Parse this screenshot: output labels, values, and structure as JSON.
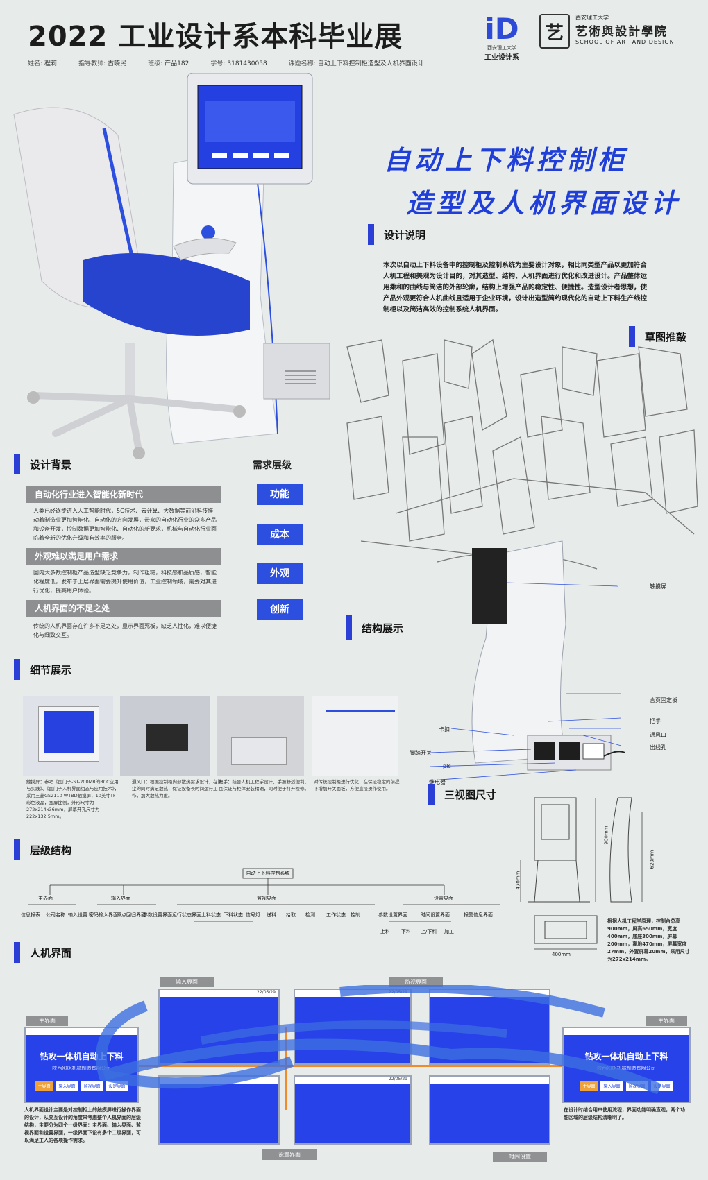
{
  "header": {
    "title": "2022 工业设计系本科毕业展",
    "meta": [
      {
        "label": "姓名:",
        "value": "程莉"
      },
      {
        "label": "指导教师:",
        "value": "古晓民"
      },
      {
        "label": "班级:",
        "value": "产品182"
      },
      {
        "label": "学号:",
        "value": "3181430058"
      },
      {
        "label": "课题名称:",
        "value": "自动上下料控制柜造型及人机界面设计"
      }
    ],
    "logo_id": "iD",
    "logo_sub1": "西安理工大学",
    "logo_sub2": "工业设计系",
    "seal_text": "艺",
    "school_cn_small": "西安理工大学",
    "school_cn": "艺術與設計學院",
    "school_en": "SCHOOL OF ART AND DESIGN"
  },
  "main_title": {
    "line1": "自动上下料控制柜",
    "line2": "造型及人机界面设计"
  },
  "sections": {
    "design_note": {
      "title": "设计说明",
      "text": "本次以自动上下料设备中的控制柜及控制系统为主要设计对象，相比同类型产品以更加符合人机工程和美观为设计目的，对其造型、结构、人机界面进行优化和改进设计。产品整体运用柔和的曲线与简洁的外部轮廓，结构上增强产品的稳定性、便捷性。造型设计者思想，使产品外观更符合人机曲线且适用于企业环境，设计出造型简约现代化的自动上下料生产线控制柜以及简洁高效的控制系统人机界面。"
    },
    "sketch": {
      "title": "草图推敲"
    },
    "background": {
      "title": "设计背景",
      "items": [
        {
          "head": "自动化行业进入智能化新时代",
          "text": "人类已经逐步进入人工智能时代，5G技术、云计算、大数据等前沿科技推动着制造业更加智能化、自动化的方向发展，带来的自动化行业的众多产品和设备开发，控制数据更加智能化、自动化的新要求，机械与自动化行业面临着全新的优化升级和有效率的服务。"
        },
        {
          "head": "外观难以满足用户需求",
          "text": "国内大多数控制柜产品造型缺乏竞争力，制作粗糙，科技感和品质感，智能化程度低，发布于上层界面需要提升使用价值，工业控制领域，需要对其进行优化，提高用户体验。"
        },
        {
          "head": "人机界面的不足之处",
          "text": "传统的人机界面存在许多不足之处，显示界面死板，缺乏人性化，难以便捷化与细致交互。"
        }
      ]
    },
    "needs": {
      "title": "需求层级",
      "items": [
        "功能",
        "成本",
        "外观",
        "创新"
      ]
    },
    "structure": {
      "title": "结构展示",
      "labels": [
        "触摸屏",
        "合页固定板",
        "把手",
        "通风口",
        "出线孔",
        "卡扣",
        "脚踏开关",
        "plc",
        "继电器"
      ]
    },
    "detail": {
      "title": "细节展示",
      "captions": [
        "触摸屏：参考《国门子-ST-200MR的BCC应用与实践》、《国门子人机界面组态与应用技术》，采用三菱GS2110-WTBD触摸屏，10英寸TFT彩色液晶，宽屏比例，外形尺寸为272x214x36mm，屏幕开孔尺寸为222x132.5mm。",
        "通风口：根据控制柜内部散热需求设计，在防尘的同时满足散热，保证设备长时间运行工作，加大散热力度。",
        "把手：结合人机工程学设计，手握舒适便利，且保证与柜体安装精确，同时便于打开检修。",
        "对传统控制柜进行优化，在保证稳定的前提下增加开关面板，方便直接操作使用。"
      ]
    },
    "three_view": {
      "title": "三视图尺寸",
      "dims": [
        "900mm",
        "620mm",
        "470mm",
        "400mm"
      ],
      "text": "根据人机工程学原理，控制台总高900mm，屏高650mm，宽度400mm，底座300mm，屏幕200mm，离地470mm，屏幕宽度27mm，外置屏幕20mm，采用尺寸为272x214mm。"
    },
    "hierarchy": {
      "title": "层级结构",
      "root": "自动上下料控制系统",
      "level1": [
        "主界面",
        "输入界面",
        "监视界面",
        "设置界面"
      ],
      "level2": [
        "信息报表",
        "公司名称",
        "输入设置",
        "密码输入界面",
        "原点回归界面",
        "参数设置界面",
        "运行状态界面",
        "上料状态",
        "下料状态",
        "信号灯",
        "送料",
        "拾取",
        "检测",
        "工作状态",
        "控制",
        "参数设置界面",
        "时间设置界面",
        "报警信息界面"
      ],
      "level3": [
        "上料",
        "下料",
        "上/下料",
        "加工"
      ]
    },
    "hmi": {
      "title": "人机界面",
      "screens": [
        "主界面",
        "输入界面",
        "监视界面",
        "设置界面",
        "时间设置"
      ],
      "main_screen_text": "钻攻一体机自动上下料",
      "main_screen_sub": "陕西XXX机械制造有限公司",
      "main_screen_btns": [
        "主界面",
        "输入界面",
        "监视界面",
        "设定界面"
      ],
      "screen_date": "22/05/29",
      "left_caption": "人机界面设计主要是对控制柜上的触摸屏进行操作界面的设计，从交互设计的角度来考虑整个人机界面的层级结构，主要分为四个一级界面：主界面、输入界面、监视界面和设置界面，一级界面下设有多个二级界面，可以满足工人的各项操作需求。",
      "right_caption": "在设计时结合用户使用流程，界面功能明确直观，两个功能区域的层级结构清晰明了。"
    }
  }
}
